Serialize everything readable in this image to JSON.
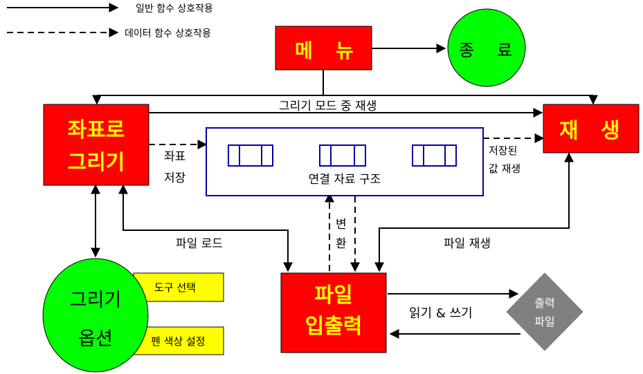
{
  "legend": {
    "solid_label": "일반 함수 상호작용",
    "dashed_label": "데이터 함수 상호작용"
  },
  "nodes": {
    "menu": {
      "left": "메",
      "right": "뉴"
    },
    "exit": {
      "left": "종",
      "right": "료"
    },
    "coord_draw": {
      "line1": "좌표로",
      "line2": "그리기"
    },
    "playback": {
      "left": "재",
      "right": "생"
    },
    "linked_list": {
      "label": "연결 자료 구조"
    },
    "draw_options": {
      "line1": "그리기",
      "line2": "옵션"
    },
    "file_io": {
      "line1": "파일",
      "line2": "입출력"
    },
    "output_file": {
      "line1": "출력",
      "line2": "파일"
    },
    "tool_select": {
      "label": "도구 선택"
    },
    "pen_color": {
      "label": "펜 색상 설정"
    }
  },
  "edges": {
    "draw_mode_play": "그리기 모드 중 재생",
    "coord_save_1": "좌표",
    "coord_save_2": "저장",
    "saved_value_1": "저장된",
    "saved_value_2": "값 재생",
    "file_load": "파일 로드",
    "convert_1": "변",
    "convert_2": "환",
    "file_play": "파일 재생",
    "read_write": "읽기 & 쓰기"
  },
  "colors": {
    "red_box": "#FF0000",
    "red_text": "#FFFF00",
    "green_circle": "#00FF00",
    "yellow_box": "#FFFF00",
    "gray_diamond": "#808080",
    "blue_border": "#0000AA"
  }
}
